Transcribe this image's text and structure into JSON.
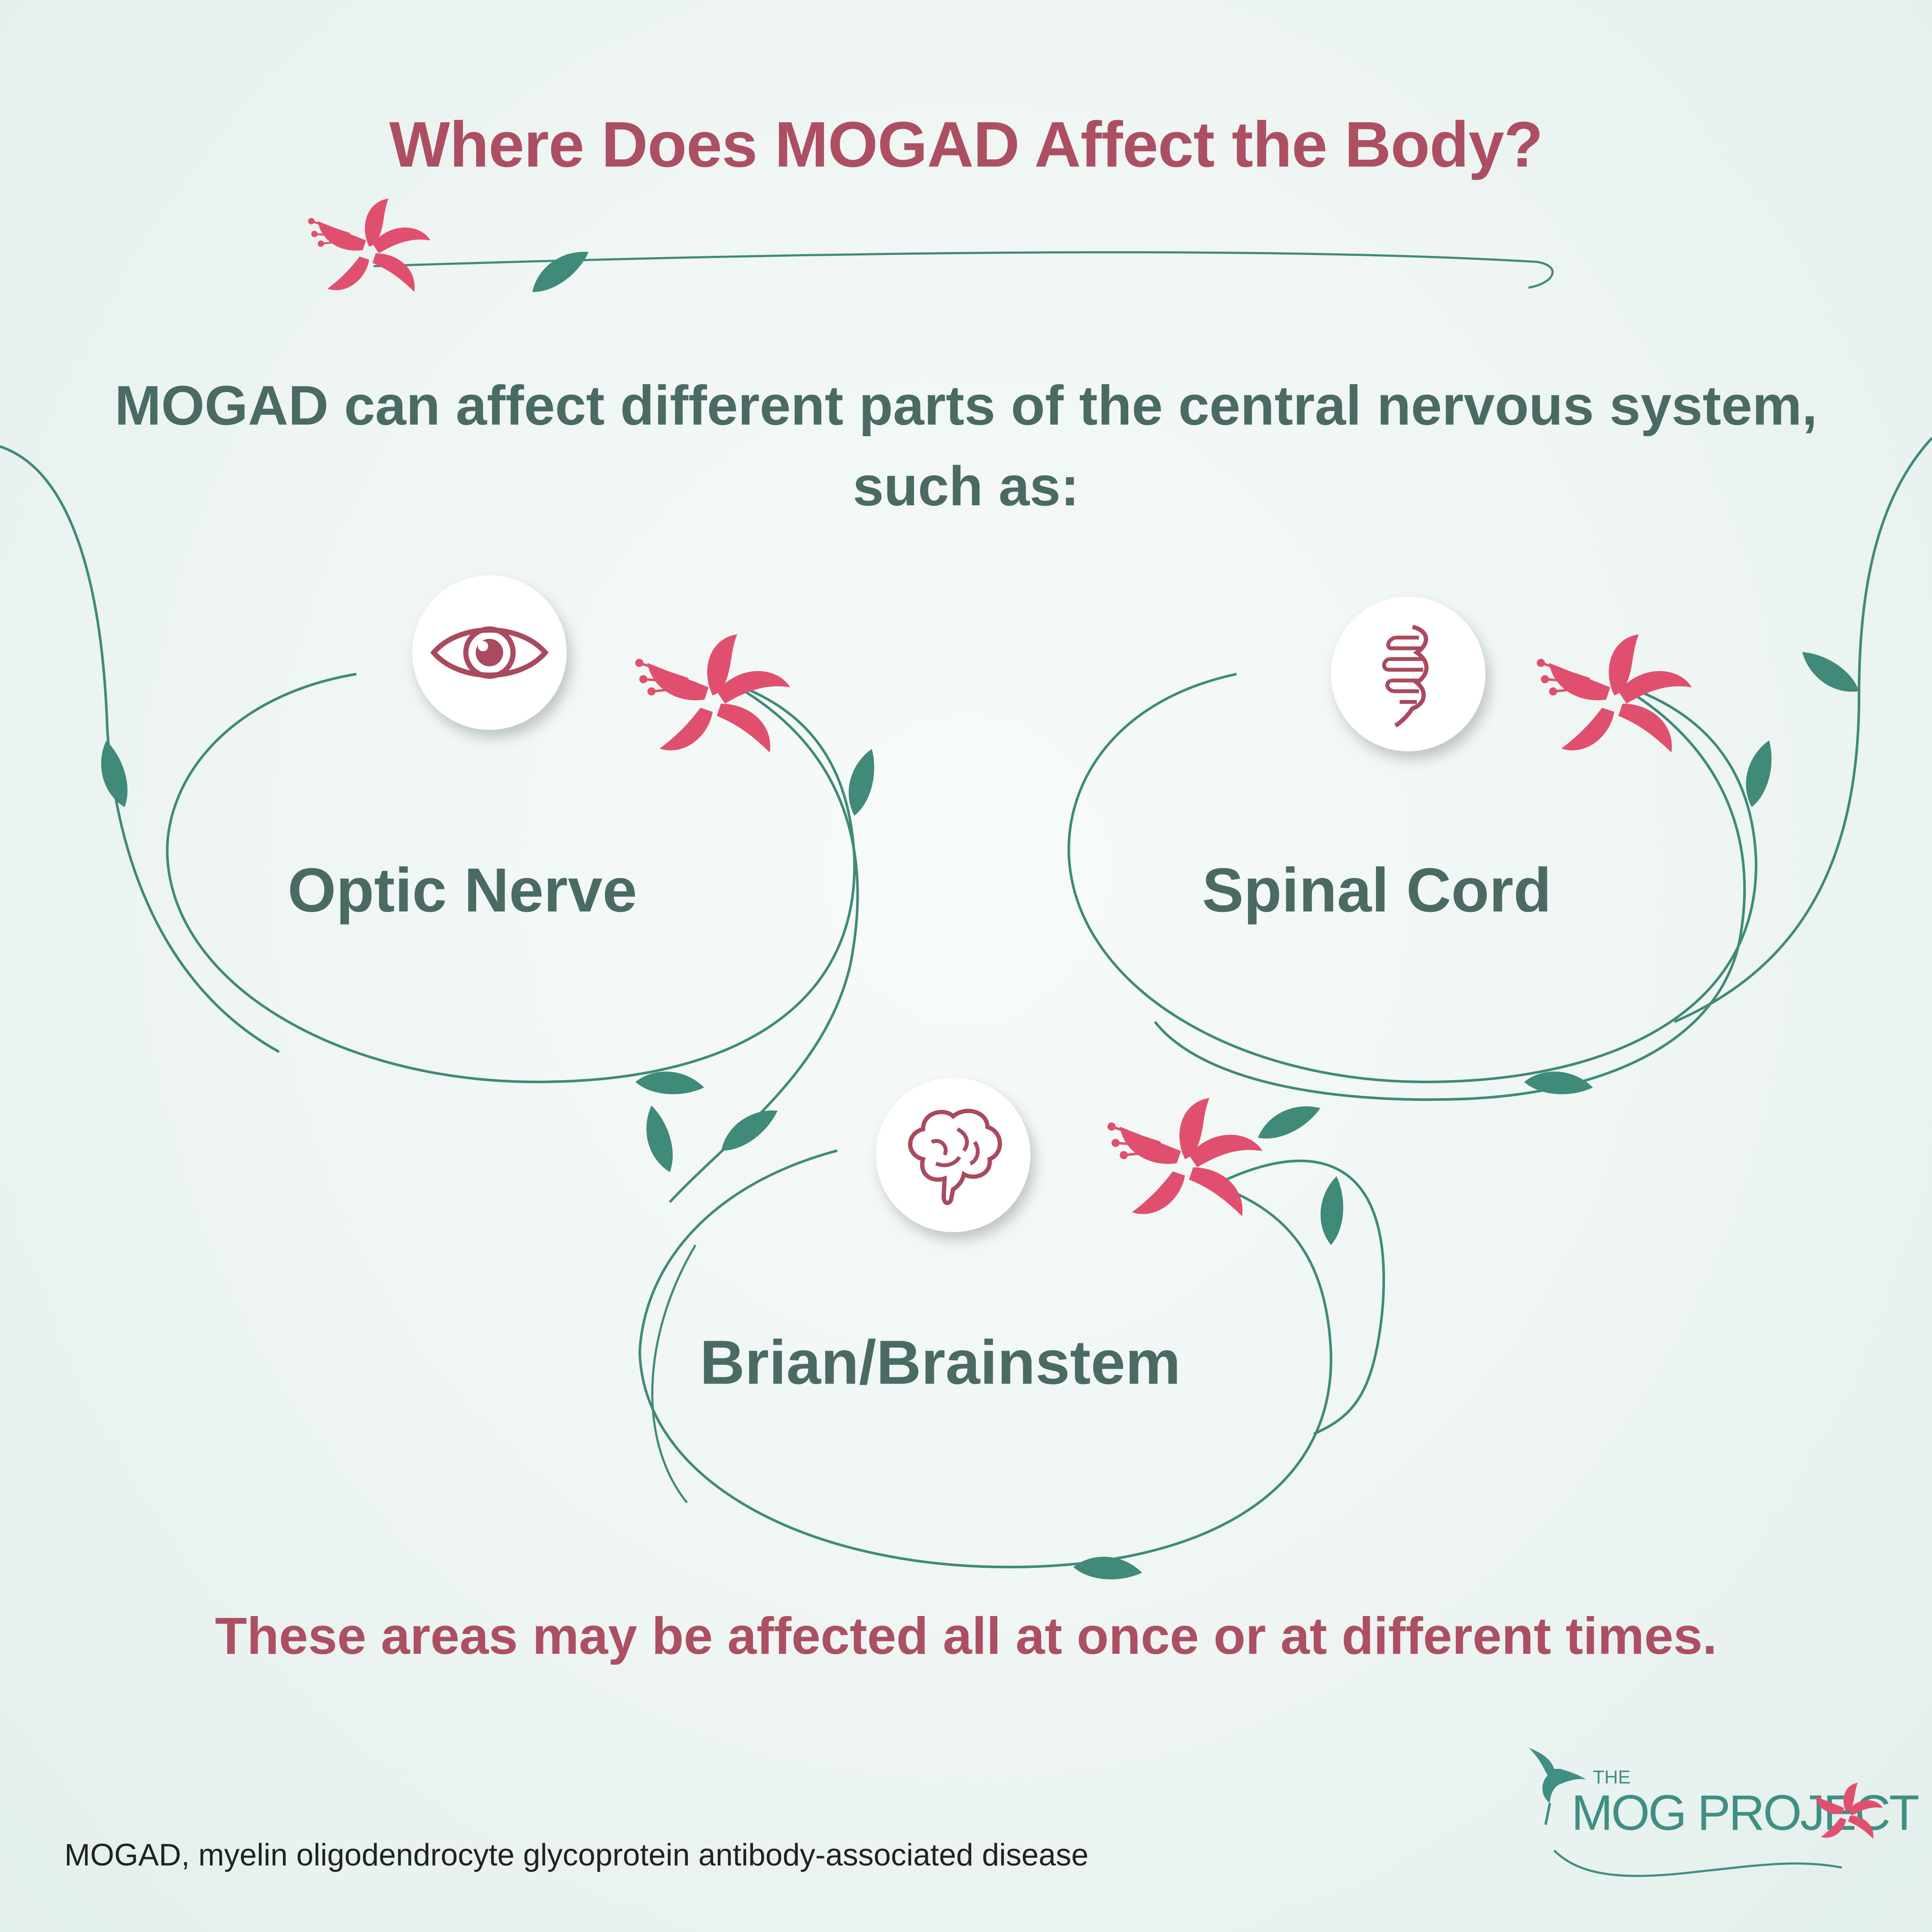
{
  "header": {
    "title": "Where Does MOGAD Affect the Body?"
  },
  "intro": {
    "text": "MOGAD can affect different parts of the central nervous system, such as:"
  },
  "areas": [
    {
      "label": "Optic Nerve",
      "icon": "eye-icon"
    },
    {
      "label": "Spinal Cord",
      "icon": "spine-icon"
    },
    {
      "label": "Brian/Brainstem",
      "icon": "brain-icon"
    }
  ],
  "footer": {
    "text": "These areas may be affected all at once or at different times."
  },
  "footnote": {
    "text": "MOGAD, myelin oligodendrocyte glycoprotein antibody-associated disease"
  },
  "logo": {
    "the": "THE",
    "name": "MOG PROJECT"
  },
  "colors": {
    "title": "#ad4f62",
    "body_text": "#4a6b64",
    "vine": "#3f8a78",
    "flower": "#e0506e",
    "icon": "#a94a5e"
  }
}
